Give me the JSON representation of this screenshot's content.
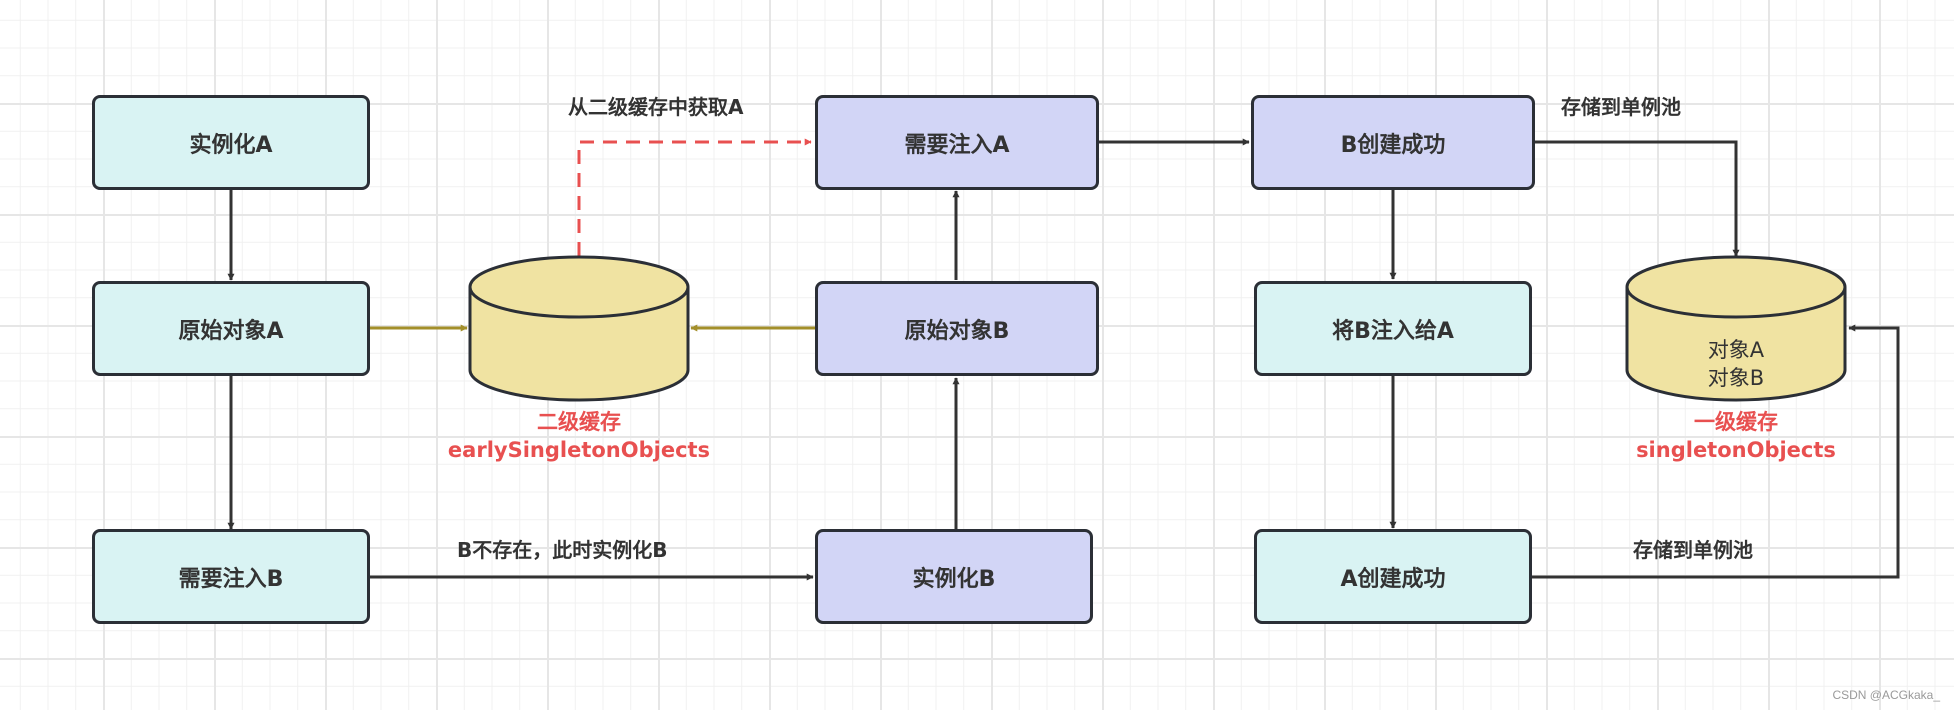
{
  "title": "Spring 循环依赖 - 二级缓存解决流程",
  "colors": {
    "node_cyan": "#d9f3f3",
    "node_violet": "#d2d5f6",
    "node_border": "#2b2f36",
    "cylinder_fill": "#f0e3a2",
    "arrow_dark": "#333333",
    "arrow_olive": "#a38f2a",
    "arrow_red_dashed": "#e85050",
    "cache_label": "#e85050"
  },
  "nodes": {
    "instantiate_a": "实例化A",
    "raw_object_a": "原始对象A",
    "need_inject_b": "需要注入B",
    "need_inject_a": "需要注入A",
    "raw_object_b": "原始对象B",
    "instantiate_b": "实例化B",
    "b_created": "B创建成功",
    "inject_b_into_a": "将B注入给A",
    "a_created": "A创建成功"
  },
  "caches": {
    "second_level": {
      "title": "二级缓存",
      "name": "earlySingletonObjects",
      "contents": []
    },
    "first_level": {
      "title": "一级缓存",
      "name": "singletonObjects",
      "contents": [
        "对象A",
        "对象B"
      ]
    }
  },
  "edge_labels": {
    "get_from_second_cache": "从二级缓存中获取A",
    "b_not_exist": "B不存在，此时实例化B",
    "store_pool_b": "存储到单例池",
    "store_pool_a": "存储到单例池"
  },
  "edges": [
    {
      "from": "instantiate_a",
      "to": "raw_object_a",
      "style": "solid-dark"
    },
    {
      "from": "raw_object_a",
      "to": "need_inject_b",
      "style": "solid-dark"
    },
    {
      "from": "raw_object_a",
      "to": "second_level_cache",
      "style": "solid-olive"
    },
    {
      "from": "need_inject_b",
      "to": "instantiate_b",
      "style": "solid-dark",
      "label": "B不存在，此时实例化B"
    },
    {
      "from": "instantiate_b",
      "to": "raw_object_b",
      "style": "solid-dark"
    },
    {
      "from": "raw_object_b",
      "to": "second_level_cache",
      "style": "solid-olive"
    },
    {
      "from": "raw_object_b",
      "to": "need_inject_a",
      "style": "solid-dark"
    },
    {
      "from": "second_level_cache",
      "to": "need_inject_a",
      "style": "dashed-red",
      "label": "从二级缓存中获取A"
    },
    {
      "from": "need_inject_a",
      "to": "b_created",
      "style": "solid-dark"
    },
    {
      "from": "b_created",
      "to": "first_level_cache",
      "style": "solid-dark",
      "label": "存储到单例池"
    },
    {
      "from": "b_created",
      "to": "inject_b_into_a",
      "style": "solid-dark"
    },
    {
      "from": "inject_b_into_a",
      "to": "a_created",
      "style": "solid-dark"
    },
    {
      "from": "a_created",
      "to": "first_level_cache",
      "style": "solid-dark",
      "label": "存储到单例池"
    }
  ],
  "watermark": "CSDN @ACGkaka_"
}
